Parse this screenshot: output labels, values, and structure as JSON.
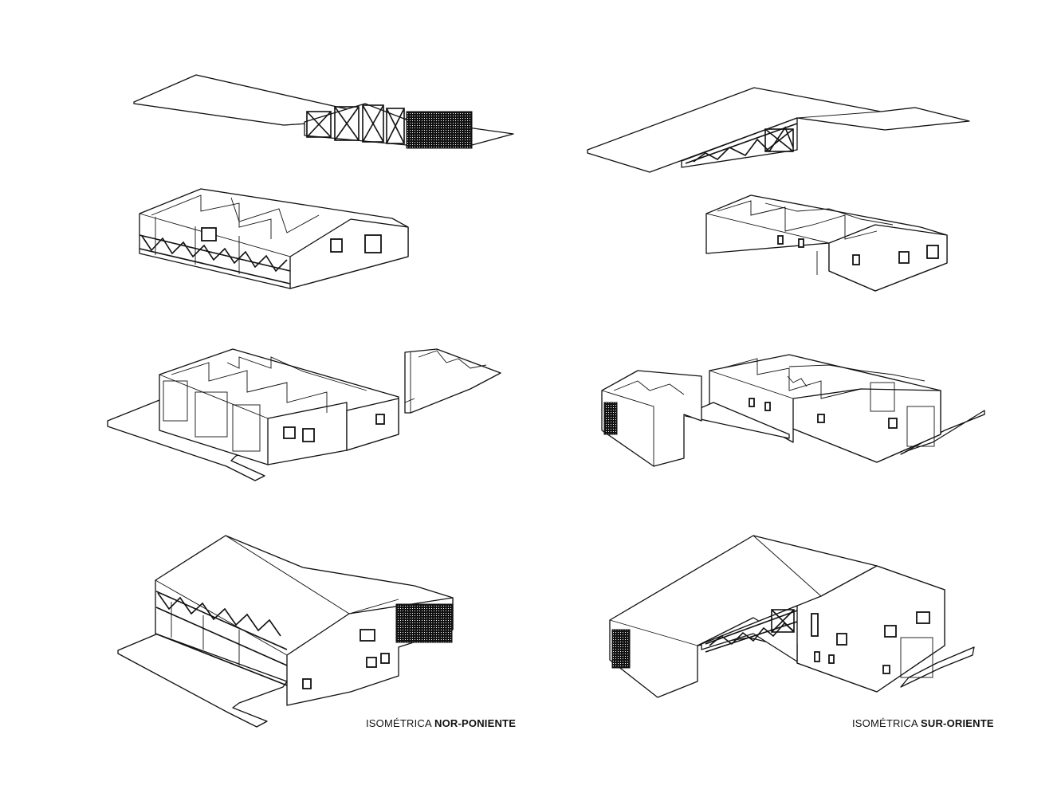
{
  "captions": {
    "left": {
      "prefix": "ISOMÉTRICA",
      "orientation": "NOR-PONIENTE"
    },
    "right": {
      "prefix": "ISOMÉTRICA",
      "orientation": "SUR-ORIENTE"
    }
  },
  "colors": {
    "line": "#111111",
    "background": "#ffffff"
  }
}
